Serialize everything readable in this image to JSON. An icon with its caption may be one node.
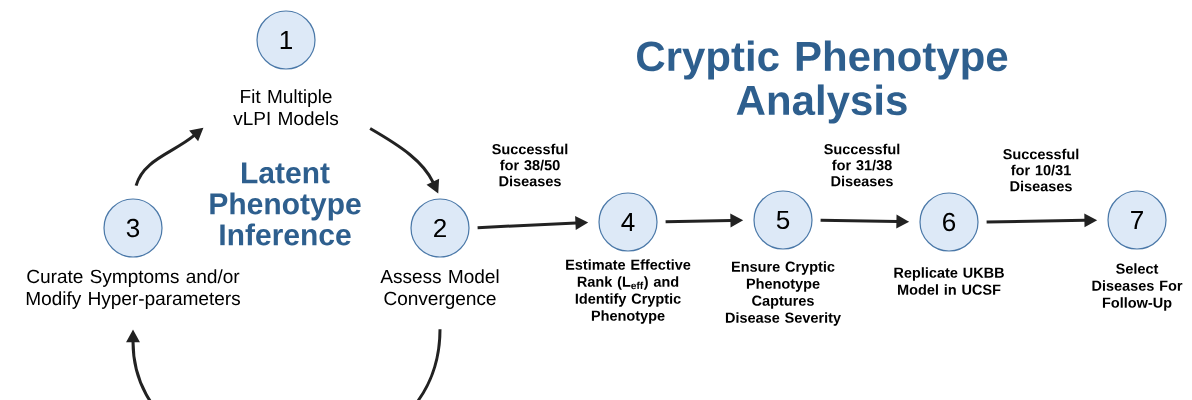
{
  "diagram": {
    "title": "Cryptic Phenotype Analysis",
    "nodes": [
      {
        "text": [
          "1",
          "Fit Multiple vLPI Models"
        ]
      },
      {
        "text": [
          "2",
          "Assess Model Convergence"
        ]
      },
      {
        "text": [
          "3",
          "Curate Symptoms and/or Modify Hyper-parameters"
        ]
      },
      {
        "text": [
          "4",
          "Estimate Effective Rank (L$_{eff}$) and Identify Cryptic Phenotype"
        ]
      },
      {
        "text": [
          "5",
          "Ensure Cryptic Phenotype Captures Disease Severity"
        ]
      },
      {
        "text": [
          "6",
          "Replicate UKBB Model in UCSF"
        ]
      },
      {
        "text": [
          "7",
          "Select Diseases For Follow-Up"
        ]
      }
    ],
    "edges": [
      {
        "from": 2,
        "to": 0,
        "arrow": "to"
      },
      {
        "from": 0,
        "to": 1,
        "arrow": "to"
      },
      {
        "from": 1,
        "to": 2,
        "arrow": "to"
      },
      {
        "from": 1,
        "to": 3,
        "arrow": "to",
        "label": "Successful for 38/50 Diseases"
      },
      {
        "from": 3,
        "to": 4,
        "arrow": "to"
      },
      {
        "from": 4,
        "to": 5,
        "arrow": "to",
        "label": "Successful for 31/38 Diseases"
      },
      {
        "from": 5,
        "to": 6,
        "arrow": "to",
        "label": "Successful for 10/31 Diseases"
      }
    ],
    "labels": [
      "Latent Phenotype Inference"
    ]
  }
}
